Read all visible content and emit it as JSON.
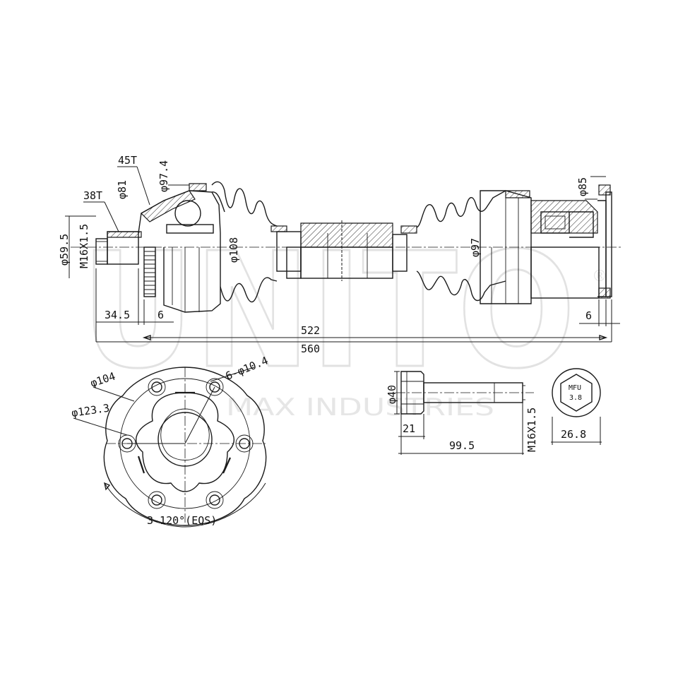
{
  "watermark": {
    "brand": "UNITO",
    "subtitle": "MAX INDUSTRIES",
    "registered_mark": "®"
  },
  "shaft": {
    "labels": {
      "teeth_outer": "45T",
      "teeth_inner": "38T",
      "dia_97_4": "φ97.4",
      "dia_81": "φ81",
      "dia_59_5": "φ59.5",
      "thread_left": "M16X1.5",
      "dia_108": "φ108",
      "dia_97": "φ97",
      "dia_85": "φ85"
    },
    "dims": {
      "d34_5": "34.5",
      "d6_left": "6",
      "d6_right": "6",
      "d522": "522",
      "d560": "560"
    }
  },
  "flange": {
    "labels": {
      "holes": "6-φ10.4",
      "dia_104": "φ104",
      "dia_123_3": "φ123.3",
      "angle": "3-120°(EQS)"
    }
  },
  "bolt": {
    "labels": {
      "dia_40": "φ40",
      "head_len": "21",
      "length": "99.5",
      "thread": "M16X1.5",
      "across_flats": "26.8",
      "grade_mfu": "MFU",
      "grade_num": "3.8"
    }
  }
}
